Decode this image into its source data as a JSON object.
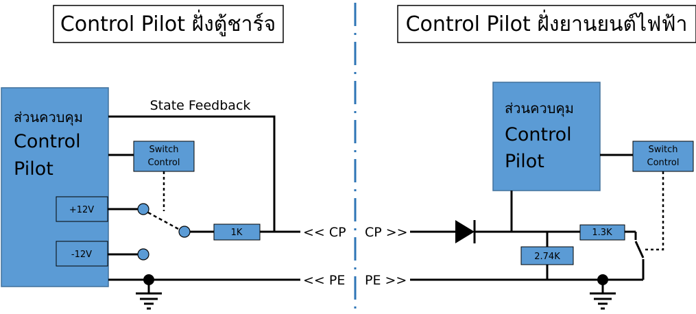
{
  "left_title": "Control Pilot ฝั่งตู้ชาร์จ",
  "right_title": "Control Pilot ฝั่งยานยนต์ไฟฟ้า",
  "left_block": {
    "line1": "ส่วนควบคุม",
    "line2": "Control",
    "line3": "Pilot"
  },
  "right_block": {
    "line1": "ส่วนควบคุม",
    "line2": "Control",
    "line3": "Pilot"
  },
  "state_feedback": "State Feedback",
  "switch_control_left": {
    "line1": "Switch",
    "line2": "Control"
  },
  "switch_control_right": {
    "line1": "Switch",
    "line2": "Control"
  },
  "plus12v": "+12V",
  "minus12v": "-12V",
  "res_1k": "1K",
  "res_1_3k": "1.3K",
  "res_2_74k": "2.74K",
  "cp_left": "<< CP",
  "cp_right": "CP >>",
  "pe_left": "<< PE",
  "pe_right": "PE >>",
  "colors": {
    "block_fill": "#5b9bd5",
    "block_stroke": "#41719c",
    "divider": "#2e75b6",
    "line": "#000000"
  }
}
